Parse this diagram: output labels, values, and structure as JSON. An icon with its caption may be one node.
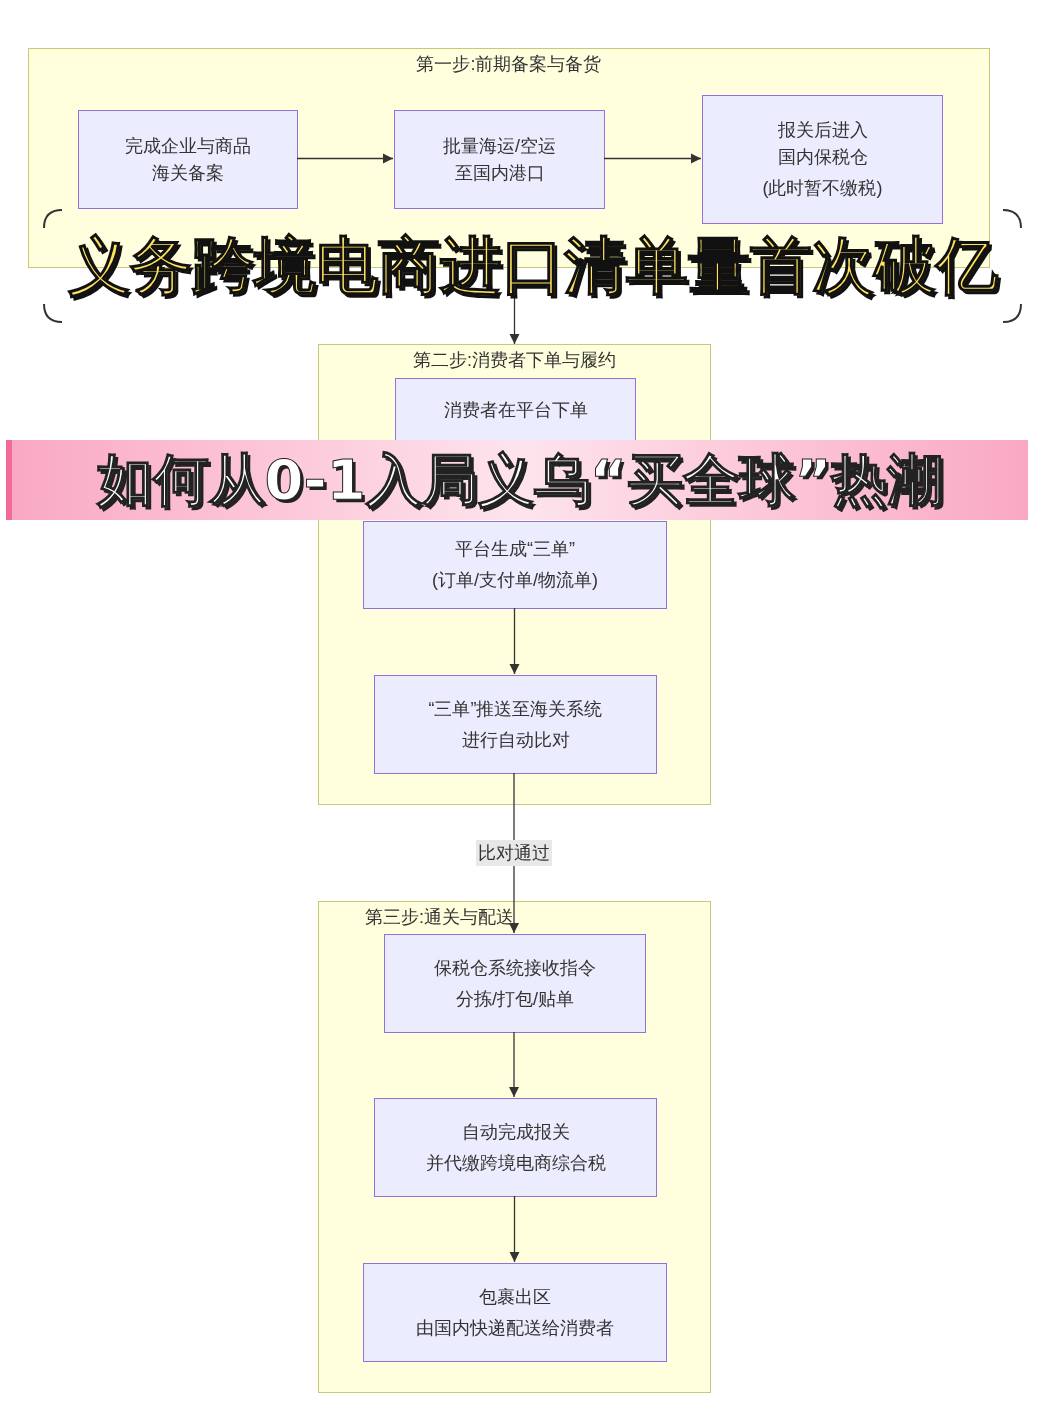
{
  "diagram": {
    "title": "义务跨境电商进口清单量首次破亿",
    "nodes": [
      {
        "text": [
          "第一步:前期备案与备货"
        ]
      },
      {
        "text": [
          "完成企业与商品海关备案"
        ],
        "in": 0
      },
      {
        "text": [
          "批量海运/空运至国内港口"
        ],
        "in": 0
      },
      {
        "text": [
          "报关后进入国内保税仓",
          "(此时暂不缴税)"
        ],
        "in": 0
      },
      {
        "text": [
          "第二步:消费者下单与履约"
        ]
      },
      {
        "text": [
          "消费者在平台下单"
        ],
        "in": 4
      },
      {
        "text": [
          "平台生成“三单”",
          "(订单/支付单/物流单)"
        ],
        "in": 4
      },
      {
        "text": [
          "“三单”推送至海关系统",
          "进行自动比对"
        ],
        "in": 4
      },
      {
        "text": [
          "第三步:通关与配送"
        ]
      },
      {
        "text": [
          "保税仓系统接收指令",
          "分拣/打包/贴单"
        ],
        "in": 8
      },
      {
        "text": [
          "自动完成报关",
          "并代缴跨境电商综合税"
        ],
        "in": 8
      },
      {
        "text": [
          "包裹出区",
          "由国内快递配送给消费者"
        ],
        "in": 8
      }
    ],
    "edges": [
      {
        "from": 1,
        "to": 2,
        "arrow": "to"
      },
      {
        "from": 2,
        "to": 3,
        "arrow": "to"
      },
      {
        "from": 0,
        "to": 4,
        "arrow": "to"
      },
      {
        "from": 6,
        "to": 7,
        "arrow": "to"
      },
      {
        "from": 7,
        "to": 9,
        "arrow": "to",
        "label": "比对通过"
      },
      {
        "from": 9,
        "to": 10,
        "arrow": "to"
      },
      {
        "from": 10,
        "to": 11,
        "arrow": "to"
      }
    ],
    "labels": [
      "如何从0-1入局义乌“买全球”热潮"
    ]
  }
}
